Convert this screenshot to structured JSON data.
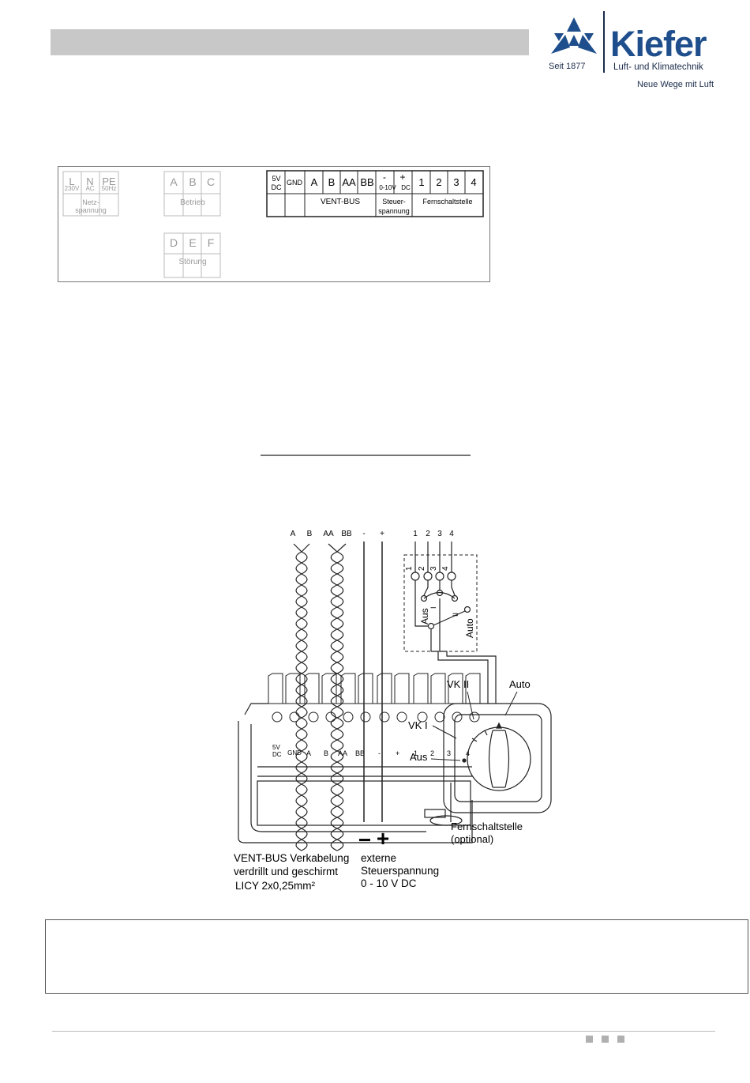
{
  "logo": {
    "name": "Kiefer",
    "since": "Seit 1877",
    "subtitle": "Luft- und Klimatechnik",
    "tagline": "Neue Wege mit Luft"
  },
  "top_panel": {
    "mains": {
      "terminals": [
        "L",
        "N",
        "PE"
      ],
      "sublabels": [
        "230V",
        "AC",
        "50Hz"
      ],
      "group": [
        "Netz-",
        "spannung"
      ]
    },
    "betrieb": {
      "terminals": [
        "A",
        "B",
        "C"
      ],
      "group": "Betrieb"
    },
    "stoerung": {
      "terminals": [
        "D",
        "E",
        "F"
      ],
      "group": "Störung"
    },
    "strip": {
      "terminals": [
        "5V DC",
        "GND",
        "A",
        "B",
        "AA",
        "BB",
        "-",
        "+",
        "1",
        "2",
        "3",
        "4"
      ],
      "sub_01": "0-10V",
      "sub_dc": "DC",
      "groups": {
        "vent_bus": "VENT-BUS",
        "steuer": [
          "Steuer-",
          "spannung"
        ],
        "fernschaltstelle": "Fernschaltstelle"
      }
    }
  },
  "connector": {
    "labels": [
      "5V DC",
      "GND",
      "A",
      "B",
      "AA",
      "BB",
      "-",
      "+",
      "1",
      "2",
      "3",
      "4"
    ],
    "out_labels": [
      "A",
      "B",
      "AA",
      "BB",
      "-",
      "+",
      "1",
      "2",
      "3",
      "4"
    ]
  },
  "switch": {
    "pins": [
      "1",
      "2",
      "3",
      "4"
    ],
    "positions": {
      "off": "Aus",
      "one": "I",
      "two": "II",
      "auto": "Auto"
    },
    "knob": {
      "vk2": "VK II",
      "auto": "Auto",
      "vk1": "VK I",
      "aus": "Aus"
    },
    "caption": [
      "Fernschaltstelle",
      "(optional)"
    ]
  },
  "captions": {
    "bus": [
      "VENT-BUS Verkabelung",
      "verdrillt und geschirmt",
      "LICY 2x0,25mm²"
    ],
    "control": [
      "externe",
      "Steuerspannung",
      "0 - 10 V DC"
    ],
    "minus": "−",
    "plus": "+"
  }
}
